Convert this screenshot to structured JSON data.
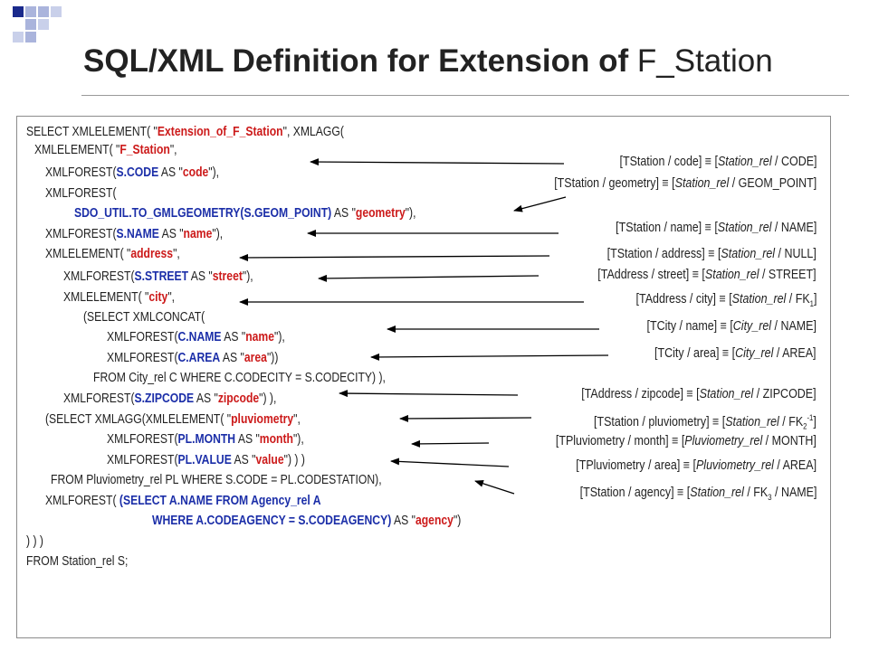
{
  "title": {
    "bold": "SQL/XML Definition for Extension of",
    "normal": "F_Station"
  },
  "code_lines": [
    [
      {
        "t": "SELECT XMLELEMENT( \""
      },
      {
        "t": "Extension_of_F_Station",
        "c": "str"
      },
      {
        "t": "\", XMLAGG("
      }
    ],
    [
      {
        "t": "XMLELEMENT( \""
      },
      {
        "t": "F_Station",
        "c": "str"
      },
      {
        "t": "\","
      }
    ],
    [
      {
        "t": "XMLFOREST("
      },
      {
        "t": "S.CODE",
        "c": "kw"
      },
      {
        "t": " AS \""
      },
      {
        "t": "code",
        "c": "str"
      },
      {
        "t": "\"),"
      }
    ],
    [
      {
        "t": "XMLFOREST("
      }
    ],
    [
      {
        "t": "SDO_UTIL.TO_GMLGEOMETRY(S.GEOM_POINT)",
        "c": "kw"
      },
      {
        "t": " AS \""
      },
      {
        "t": "geometry",
        "c": "str"
      },
      {
        "t": "\"),"
      }
    ],
    [
      {
        "t": "XMLFOREST("
      },
      {
        "t": "S.NAME",
        "c": "kw"
      },
      {
        "t": " AS \""
      },
      {
        "t": "name",
        "c": "str"
      },
      {
        "t": "\"),"
      }
    ],
    [
      {
        "t": "XMLELEMENT( \""
      },
      {
        "t": "address",
        "c": "str"
      },
      {
        "t": "\","
      }
    ],
    [
      {
        "t": "XMLFOREST("
      },
      {
        "t": "S.STREET",
        "c": "kw"
      },
      {
        "t": " AS \""
      },
      {
        "t": "street",
        "c": "str"
      },
      {
        "t": "\"),"
      }
    ],
    [
      {
        "t": "XMLELEMENT( \""
      },
      {
        "t": "city",
        "c": "str"
      },
      {
        "t": "\","
      }
    ],
    [
      {
        "t": "(SELECT XMLCONCAT("
      }
    ],
    [
      {
        "t": "XMLFOREST("
      },
      {
        "t": "C.NAME",
        "c": "kw"
      },
      {
        "t": " AS \""
      },
      {
        "t": "name",
        "c": "str"
      },
      {
        "t": "\"),"
      }
    ],
    [
      {
        "t": "XMLFOREST("
      },
      {
        "t": "C.AREA",
        "c": "kw"
      },
      {
        "t": " AS \""
      },
      {
        "t": "area",
        "c": "str"
      },
      {
        "t": "\"))"
      }
    ],
    [
      {
        "t": "FROM City_rel C WHERE C.CODECITY = S.CODECITY) ),"
      }
    ],
    [
      {
        "t": "XMLFOREST("
      },
      {
        "t": "S.ZIPCODE",
        "c": "kw"
      },
      {
        "t": " AS \""
      },
      {
        "t": "zipcode",
        "c": "str"
      },
      {
        "t": "\") ),"
      }
    ],
    [
      {
        "t": "(SELECT XMLAGG(XMLELEMENT( \""
      },
      {
        "t": "pluviometry",
        "c": "str"
      },
      {
        "t": "\","
      }
    ],
    [
      {
        "t": "XMLFOREST("
      },
      {
        "t": "PL.MONTH",
        "c": "kw"
      },
      {
        "t": " AS \""
      },
      {
        "t": "month",
        "c": "str"
      },
      {
        "t": "\"),"
      }
    ],
    [
      {
        "t": "XMLFOREST("
      },
      {
        "t": "PL.VALUE",
        "c": "kw"
      },
      {
        "t": " AS \""
      },
      {
        "t": "value",
        "c": "str"
      },
      {
        "t": "\") ) )"
      }
    ],
    [
      {
        "t": "FROM Pluviometry_rel PL WHERE S.CODE = PL.CODESTATION),"
      }
    ],
    [
      {
        "t": "XMLFOREST( "
      },
      {
        "t": "(SELECT A.NAME FROM Agency_rel A",
        "c": "kw"
      }
    ],
    [
      {
        "t": "WHERE A.CODEAGENCY = S.CODEAGENCY)",
        "c": "kw"
      },
      {
        "t": " AS \""
      },
      {
        "t": "agency",
        "c": "str"
      },
      {
        "t": "\")"
      }
    ],
    [
      {
        "t": ") ) )"
      }
    ],
    [
      {
        "t": "FROM Station_rel S;"
      }
    ]
  ],
  "mappings": [
    [
      {
        "t": "[TStation / code] ≡ ["
      },
      {
        "t": "Station_rel",
        "i": true
      },
      {
        "t": " / CODE]"
      }
    ],
    [
      {
        "t": "[TStation / geometry] ≡ ["
      },
      {
        "t": "Station_rel",
        "i": true
      },
      {
        "t": " / GEOM_POINT]"
      }
    ],
    [
      {
        "t": "[TStation / name] ≡ ["
      },
      {
        "t": "Station_rel",
        "i": true
      },
      {
        "t": " / NAME]"
      }
    ],
    [
      {
        "t": "[TStation / address] ≡ ["
      },
      {
        "t": "Station_rel",
        "i": true
      },
      {
        "t": " / NULL]"
      }
    ],
    [
      {
        "t": "[TAddress / street] ≡ ["
      },
      {
        "t": "Station_rel",
        "i": true
      },
      {
        "t": " / STREET]"
      }
    ],
    [
      {
        "t": "[TAddress / city] ≡ ["
      },
      {
        "t": "Station_rel",
        "i": true
      },
      {
        "t": " / FK"
      },
      {
        "t": "1",
        "sub": true
      },
      {
        "t": "]"
      }
    ],
    [
      {
        "t": "[TCity / name] ≡ ["
      },
      {
        "t": "City_rel",
        "i": true
      },
      {
        "t": " / NAME]"
      }
    ],
    [
      {
        "t": "[TCity / area] ≡ ["
      },
      {
        "t": "City_rel",
        "i": true
      },
      {
        "t": " / AREA]"
      }
    ],
    [
      {
        "t": "[TAddress / zipcode] ≡ ["
      },
      {
        "t": "Station_rel",
        "i": true
      },
      {
        "t": " / ZIPCODE]"
      }
    ],
    [
      {
        "t": "[TStation / pluviometry] ≡ ["
      },
      {
        "t": "Station_rel",
        "i": true
      },
      {
        "t": " / FK"
      },
      {
        "t": "2",
        "sub": true
      },
      {
        "t": "-1",
        "sup": true
      },
      {
        "t": "]"
      }
    ],
    [
      {
        "t": "[TPluviometry / month] ≡ ["
      },
      {
        "t": "Pluviometry_rel",
        "i": true
      },
      {
        "t": " / MONTH]"
      }
    ],
    [
      {
        "t": "[TPluviometry / area] ≡ ["
      },
      {
        "t": "Pluviometry_rel",
        "i": true
      },
      {
        "t": " / AREA]"
      }
    ],
    [
      {
        "t": "[TStation / agency] ≡ ["
      },
      {
        "t": "Station_rel",
        "i": true
      },
      {
        "t": " / FK"
      },
      {
        "t": "3",
        "sub": true
      },
      {
        "t": " / NAME]"
      }
    ]
  ],
  "colors": {
    "keyword": "#1b2ea8",
    "string": "#cc1a1a",
    "bullet_dark": "#1a2a8c",
    "bullet_light": "#aab4dc"
  }
}
